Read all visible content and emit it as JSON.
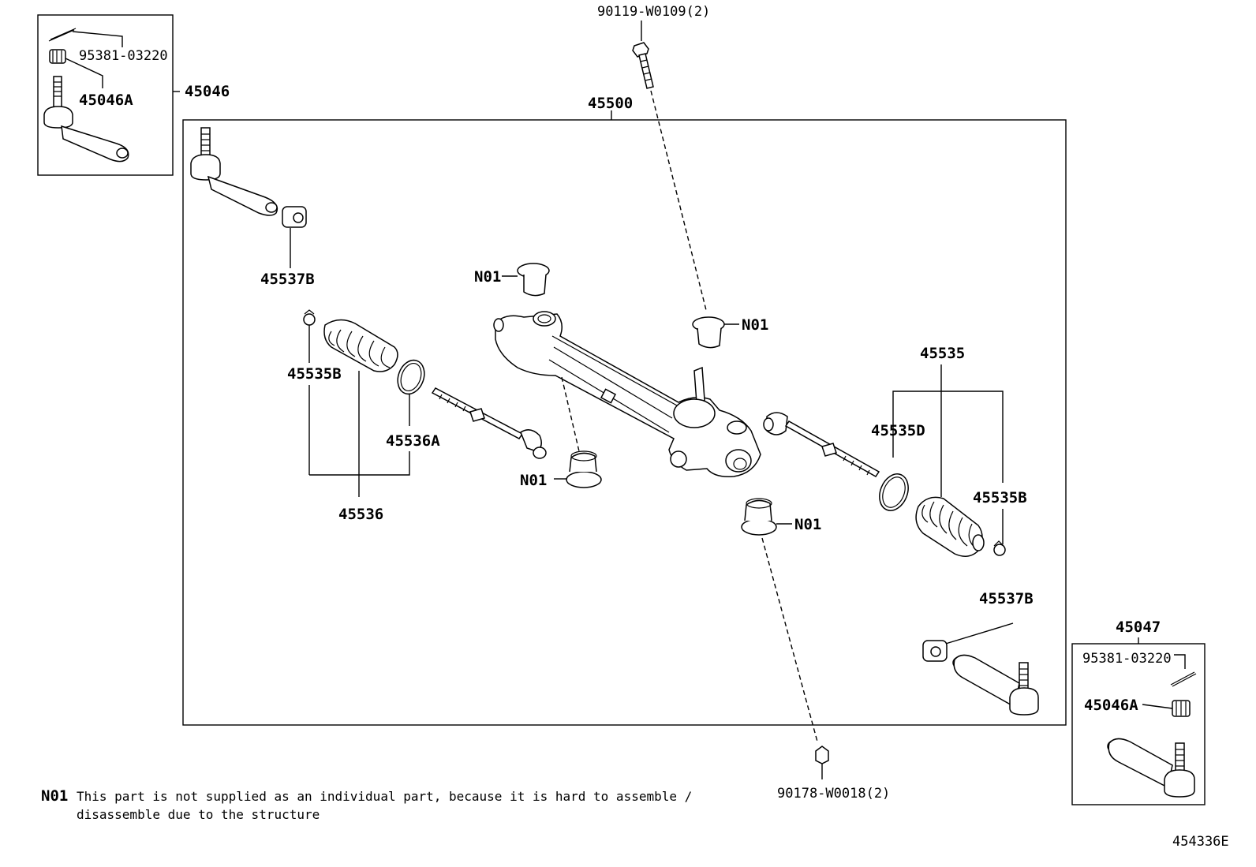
{
  "labels": {
    "bolt_top": "90119-W0109(2)",
    "assembly": "45500",
    "kit_left": "45046",
    "kit_right": "45047",
    "pin_left": "95381-03220",
    "pin_right": "95381-03220",
    "nut_left": "45046A",
    "nut_right": "45046A",
    "jam_nut_left": "45537B",
    "jam_nut_right": "45537B",
    "clip_left": "45535B",
    "clip_right": "45535B",
    "clamp_left": "45536A",
    "boot_kit_left": "45536",
    "boot_kit_right": "45535",
    "clamp_right": "45535D",
    "n01_a": "N01",
    "n01_b": "N01",
    "n01_c": "N01",
    "n01_d": "N01",
    "nut_bottom": "90178-W0018(2)",
    "diagram_id": "454336E"
  },
  "note": {
    "code": "N01",
    "line1": "This part is not supplied as an individual part, because it is hard to assemble /",
    "line2": "disassemble due to the structure"
  }
}
